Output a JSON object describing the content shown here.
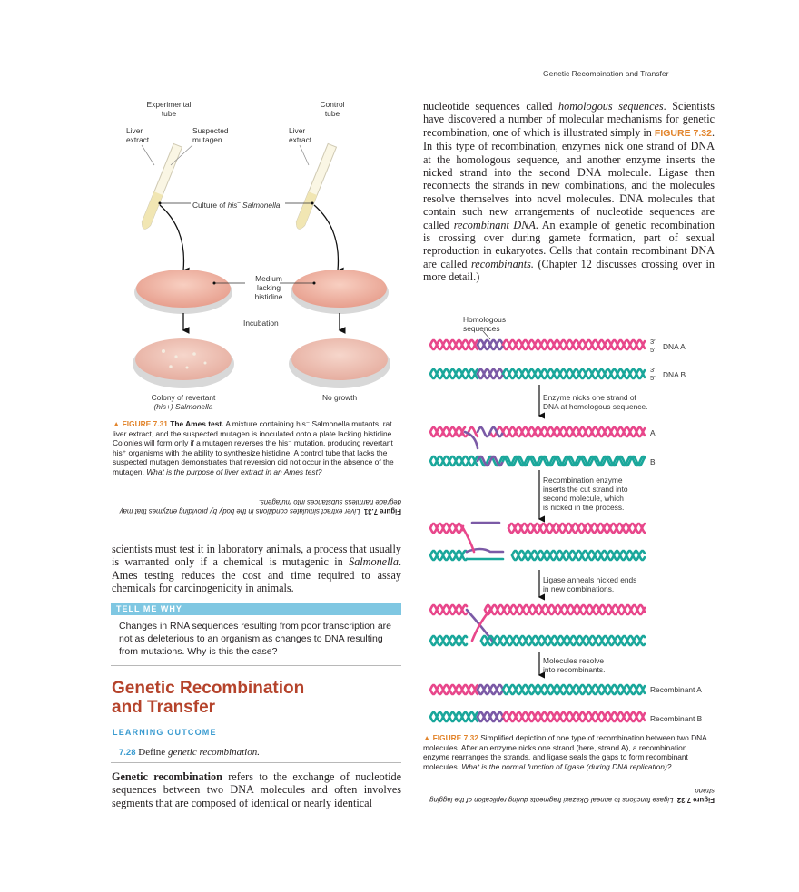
{
  "running_head": "Genetic Recombination and Transfer",
  "fig731": {
    "experimental_tube": "Experimental\ntube",
    "control_tube": "Control\ntube",
    "liver_extract": "Liver\nextract",
    "suspected_mutagen": "Suspected\nmutagen",
    "culture_prefix": "Culture of ",
    "culture_his": "his",
    "culture_sup": "–",
    "culture_salmonella": " Salmonella",
    "medium": "Medium\nlacking\nhistidine",
    "incubation": "Incubation",
    "colony_line1": "Colony of revertant",
    "colony_line2_his": "(his",
    "colony_line2_rest": "+) Salmonella",
    "no_growth": "No growth",
    "caption_num": "▲ FIGURE 7.31",
    "caption_title": "The Ames test.",
    "caption_text": " A mixture containing his⁻ Salmonella mutants, rat liver extract, and the suspected mutagen is inoculated onto a plate lacking histidine. Colonies will form only if a mutagen reverses the his⁻ mutation, producing revertant his⁺ organisms with the ability to synthesize histidine. A control tube that lacks the suspected mutagen demonstrates that reversion did not occur in the absence of the mutagen. ",
    "caption_question": "What is the purpose of liver extract in an Ames test?",
    "answer_label": "Figure 7.31",
    "answer_text": "Liver extract simulates conditions in the body by providing enzymes that may degrade harmless substances into mutagens."
  },
  "left_body": {
    "p1_a": "scientists must test it in laboratory animals, a process that usually is warranted only if a chemical is mutagenic in ",
    "p1_italic": "Salmonella",
    "p1_b": ". Ames testing reduces the cost and time required to assay chemicals for carcinogenicity in animals."
  },
  "tell_me_why": {
    "label": "TELL ME WHY",
    "text": "Changes in RNA sequences resulting from poor transcription are not as deleterious to an organism as changes to DNA resulting from mutations. Why is this the case?"
  },
  "section": {
    "heading_line1": "Genetic Recombination",
    "heading_line2": "and Transfer",
    "learning_outcome": "LEARNING OUTCOME",
    "lo_num": "7.28",
    "lo_text_a": " Define ",
    "lo_text_italic": "genetic recombination.",
    "p_bold": "Genetic recombination",
    "p_rest": " refers to the exchange of nucleotide sequences between two DNA molecules and often involves segments that are composed of identical or nearly identical"
  },
  "right_body": {
    "a": "nucleotide sequences called ",
    "homologous": "homologous sequences",
    "b": ". Scientists have discovered a number of molecular mechanisms for genetic recombination, one of which is illustrated simply in ",
    "figref": "FIGURE 7.32",
    "c": ". In this type of recombination, enzymes nick one strand of DNA at the homologous sequence, and another enzyme inserts the nicked strand into the second DNA molecule. Ligase then reconnects the strands in new combinations, and the molecules resolve themselves into novel molecules. DNA molecules that contain such new arrangements of nucleotide sequences are called ",
    "recombinant_dna": "recombinant DNA",
    "d": ". An example of genetic recombination is crossing over during gamete formation, part of sexual reproduction in eukaryotes. Cells that contain recombinant DNA are called ",
    "recombinants": "recombinants.",
    "e": " (Chapter 12 discusses crossing over in more detail.)"
  },
  "fig732": {
    "homologous_sequences": "Homologous\nsequences",
    "prime3": "3′",
    "prime5": "5′",
    "dna_a": "DNA A",
    "dna_b": "DNA B",
    "step1": "Enzyme nicks one strand of\nDNA at homologous sequence.",
    "a": "A",
    "b": "B",
    "step2": "Recombination enzyme\ninserts the cut strand into\nsecond molecule, which\nis nicked in the process.",
    "step3": "Ligase anneals nicked ends\nin new combinations.",
    "step4": "Molecules resolve\ninto recombinants.",
    "recombinant_a": "Recombinant A",
    "recombinant_b": "Recombinant B",
    "caption_num": "▲ FIGURE 7.32",
    "caption_text": " Simplified depiction of one type of recombination between two DNA molecules. After an enzyme nicks one strand (here, strand A), a recombination enzyme rearranges the strands, and ligase seals the gaps to form recombinant molecules. ",
    "caption_question": "What is the normal function of ligase (during DNA replication)?",
    "answer_label": "Figure 7.32",
    "answer_text": "Ligase functions to anneal Okazaki fragments during replication of the lagging strand."
  },
  "colors": {
    "pink": "#e8478b",
    "teal": "#1aa79b",
    "purple": "#7b5aa6",
    "figure_orange": "#e2842b",
    "heading_red": "#b5432b",
    "outcome_blue": "#3a9bd0",
    "tell_me_why_bar": "#7fc7e2",
    "dish_agar": "#eeb3a2"
  }
}
